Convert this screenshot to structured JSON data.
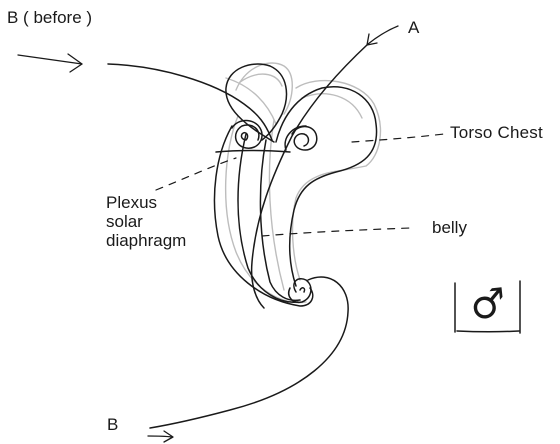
{
  "labels": {
    "b_before": "B ( before )",
    "a": "A",
    "torso_chest": "Torso  Chest",
    "plexus_lines": [
      "Plexus",
      "solar",
      "diaphragm"
    ],
    "belly": "belly",
    "b": "B"
  },
  "symbol": {
    "glyph": "♂",
    "name": "male-symbol"
  },
  "colors": {
    "ink": "#1a1a1a",
    "pencil": "#b8b8b8",
    "background": "#ffffff"
  }
}
